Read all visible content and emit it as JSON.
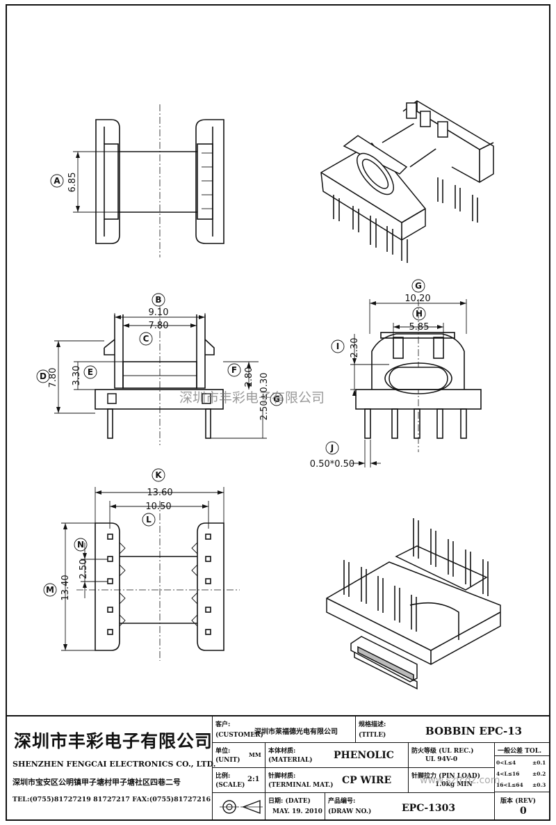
{
  "dimensions": {
    "A": {
      "bubble": "A",
      "value": "6.85"
    },
    "B": {
      "bubble": "B",
      "value": "9.10"
    },
    "C": {
      "bubble": "C",
      "value": "7.80"
    },
    "D": {
      "bubble": "D",
      "value": "7.80"
    },
    "E": {
      "bubble": "E",
      "value": "3.30"
    },
    "F": {
      "bubble": "F",
      "value": "2.80"
    },
    "G_extra": {
      "bubble": "G",
      "value": "2.50±0.30"
    },
    "G": {
      "bubble": "G",
      "value": "10.20"
    },
    "H": {
      "bubble": "H",
      "value": "5.85"
    },
    "I": {
      "bubble": "I",
      "value": "2.30"
    },
    "J": {
      "bubble": "J",
      "value": "0.50*0.50"
    },
    "K": {
      "bubble": "K",
      "value": "13.60"
    },
    "L": {
      "bubble": "L",
      "value": "10.50"
    },
    "M": {
      "bubble": "M",
      "value": "13.40"
    },
    "N": {
      "bubble": "N",
      "value": "2.50"
    }
  },
  "watermark": {
    "text1": "深圳市丰彩电子有限公司",
    "text2": "www.szfcdz.com"
  },
  "title_block": {
    "company_cn": "深圳市丰彩电子有限公司",
    "company_en": "SHENZHEN FENGCAI ELECTRONICS CO., LTD.",
    "address": "深圳市宝安区公明镇甲子塘村甲子塘社区四巷二号",
    "phone": "TEL:(0755)81727219  81727217   FAX:(0755)81727216",
    "customer_label_cn": "客户:",
    "customer_label_en": "(CUSTOMER)",
    "customer_value": "深圳市莱福德光电有限公司",
    "title_label_cn": "规格描述:",
    "title_label_en": "(TITLE)",
    "title_value": "BOBBIN EPC-13",
    "unit_label_cn": "单位:",
    "unit_label_en": "(UNIT)",
    "unit_value": "MM",
    "material_label_cn": "本体材质:",
    "material_label_en": "(MATERIAL)",
    "material_value": "PHENOLIC",
    "flame_label_cn": "防火等级",
    "flame_label_en": "(UL REC.)",
    "flame_value": "UL 94V-0",
    "tol_label_cn": "一般公差",
    "tol_label_en": "TOL.",
    "tol_rows": [
      {
        "range": "0<L≤4",
        "tol": "±0.1"
      },
      {
        "range": "4<L≤16",
        "tol": "±0.2"
      },
      {
        "range": "16<L≤64",
        "tol": "±0.3"
      }
    ],
    "scale_label_cn": "比例:",
    "scale_label_en": "(SCALE)",
    "scale_value": "2:1",
    "terminal_label_cn": "针脚材质:",
    "terminal_label_en": "(TERMINAL MAT.)",
    "terminal_value": "CP WIRE",
    "pinload_label_cn": "针脚拉力",
    "pinload_label_en": "(PIN LOAD)",
    "pinload_value": "1.0kg MIN",
    "date_label_cn": "日期:",
    "date_label_en": "(DATE)",
    "date_value": "MAY. 19. 2010",
    "drawno_label_cn": "产品编号:",
    "drawno_label_en": "(DRAW NO.)",
    "drawno_value": "EPC-1303",
    "rev_label_cn": "版本",
    "rev_label_en": "(REV)",
    "rev_value": "0"
  }
}
